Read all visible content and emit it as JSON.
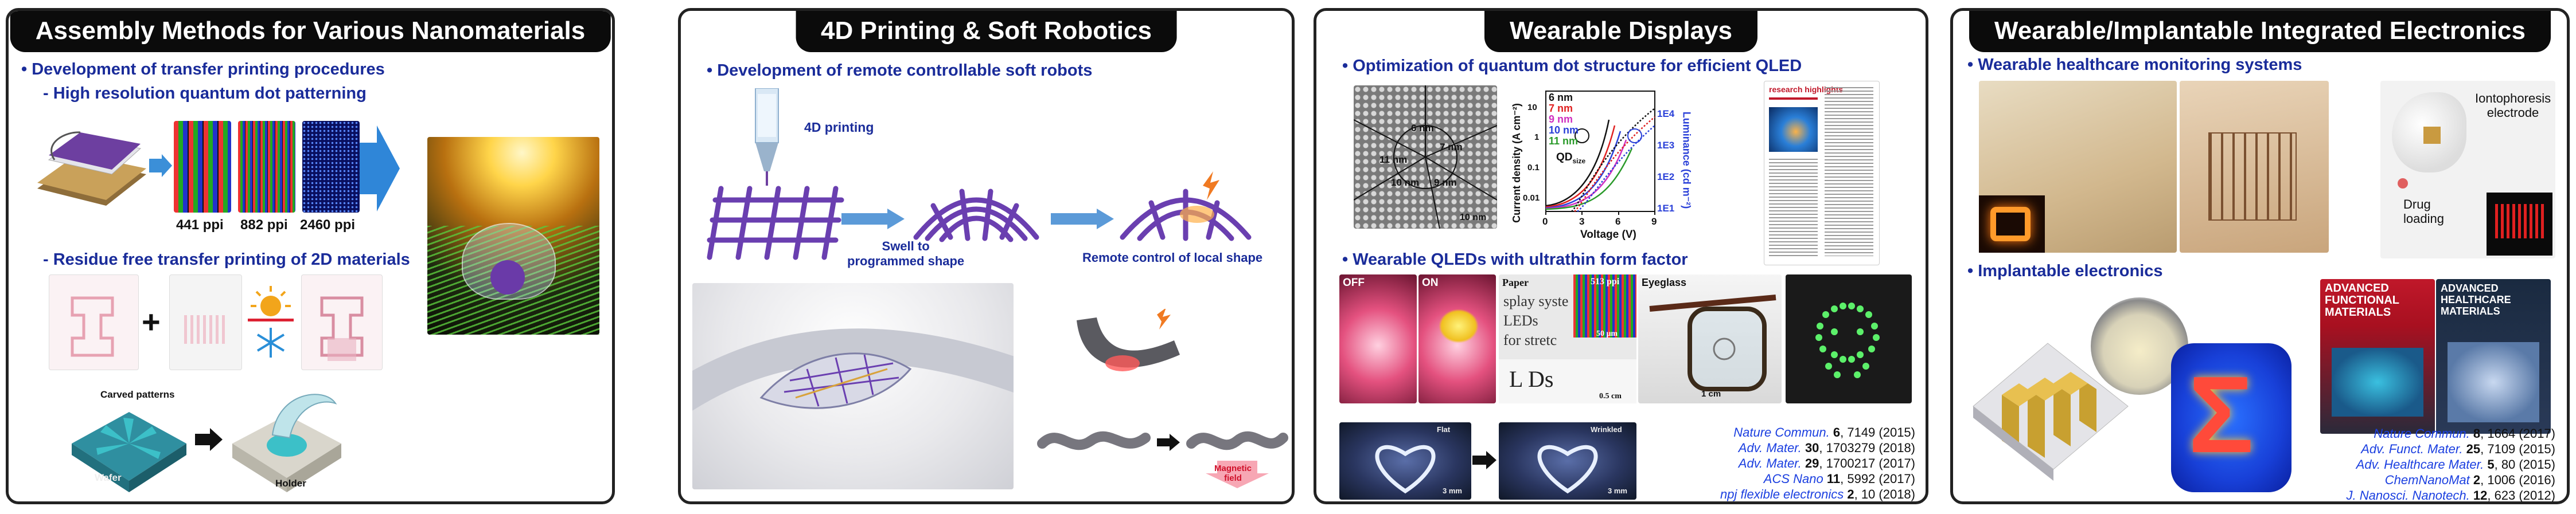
{
  "panels": [
    {
      "title": "Assembly Methods for Various Nanomaterials",
      "bullet": "• Development of transfer printing procedures",
      "sub1": "- High resolution quantum dot patterning",
      "ppi": [
        "441 ppi",
        "882 ppi",
        "2460 ppi"
      ],
      "sub2": "- Residue free transfer printing of 2D materials",
      "carved": "Carved patterns",
      "wafer": "Wafer",
      "holder": "Holder"
    },
    {
      "title": "4D Printing & Soft Robotics",
      "bullet": "• Development of remote controllable soft robots",
      "printing": "4D printing",
      "swell": "Swell to\nprogrammed shape",
      "remote": "Remote control of local shape",
      "magnetic": "Magnetic\nfield"
    },
    {
      "title": "Wearable Displays",
      "bullet1": "• Optimization of quantum dot structure for efficient QLED",
      "bullet2": "• Wearable QLEDs with ultrathin form factor",
      "tem_labels": [
        "6 nm",
        "7 nm",
        "11 nm",
        "10 nm",
        "9 nm",
        "10 nm"
      ],
      "legend": [
        "6 nm",
        "7 nm",
        "9 nm",
        "10 nm",
        "11 nm"
      ],
      "qd": "QD",
      "qd_sub": "size",
      "xaxis": "Voltage (V)",
      "xticks": [
        "0",
        "3",
        "6",
        "9"
      ],
      "yleft": "Current density (A cm⁻²)",
      "yright": "Luminance (cd m⁻²)",
      "yticks_left": [
        "10",
        "1",
        "0.1",
        "0.01"
      ],
      "yticks_right": [
        "1E4",
        "1E3",
        "1E2",
        "1E1"
      ],
      "journal": "research highlights",
      "off": "OFF",
      "on": "ON",
      "paper": "Paper",
      "ppi513": "513 ppi",
      "scale50": "50 μm",
      "scale05": "0.5 cm",
      "eyeglass": "Eyeglass",
      "scale1": "1 cm",
      "flat": "Flat",
      "wrinkled": "Wrinkled",
      "scale3a": "3 mm",
      "scale3b": "3 mm",
      "refs": [
        {
          "j": "Nature Commun.",
          "v": "6",
          "rest": ", 7149 (2015)"
        },
        {
          "j": "Adv. Mater.",
          "v": "30",
          "rest": ", 1703279 (2018)"
        },
        {
          "j": "Adv. Mater.",
          "v": "29",
          "rest": ", 1700217 (2017)"
        },
        {
          "j": "ACS Nano",
          "v": "11",
          "rest": ", 5992 (2017)"
        },
        {
          "j": "npj flexible electronics",
          "v": "2",
          "rest": ", 10 (2018)"
        }
      ]
    },
    {
      "title": "Wearable/Implantable Integrated Electronics",
      "bullet1": "• Wearable healthcare monitoring systems",
      "bullet2": "• Implantable electronics",
      "ionto": "Iontophoresis\nelectrode",
      "drug": "Drug\nloading",
      "cover1": "ADVANCED\nFUNCTIONAL\nMATERIALS",
      "cover2": "ADVANCED\nHEALTHCARE\nMATERIALS",
      "sigma": "Σ",
      "refs": [
        {
          "j": "Nature Commun.",
          "v": "8",
          "rest": ", 1664 (2017)"
        },
        {
          "j": "Adv. Funct. Mater.",
          "v": "25",
          "rest": ", 7109 (2015)"
        },
        {
          "j": "Adv. Healthcare Mater.",
          "v": "5",
          "rest": ", 80 (2015)"
        },
        {
          "j": "ChemNanoMat",
          "v": "2",
          "rest": ", 1006 (2016)"
        },
        {
          "j": "J. Nanosci. Nanotech.",
          "v": "12",
          "rest": ", 623 (2012)"
        }
      ]
    }
  ],
  "colors": {
    "accent": "#1a2c9a",
    "ref_blue": "#1b3fe0",
    "frame": "#222222",
    "arrow": "#3b8fd8"
  }
}
